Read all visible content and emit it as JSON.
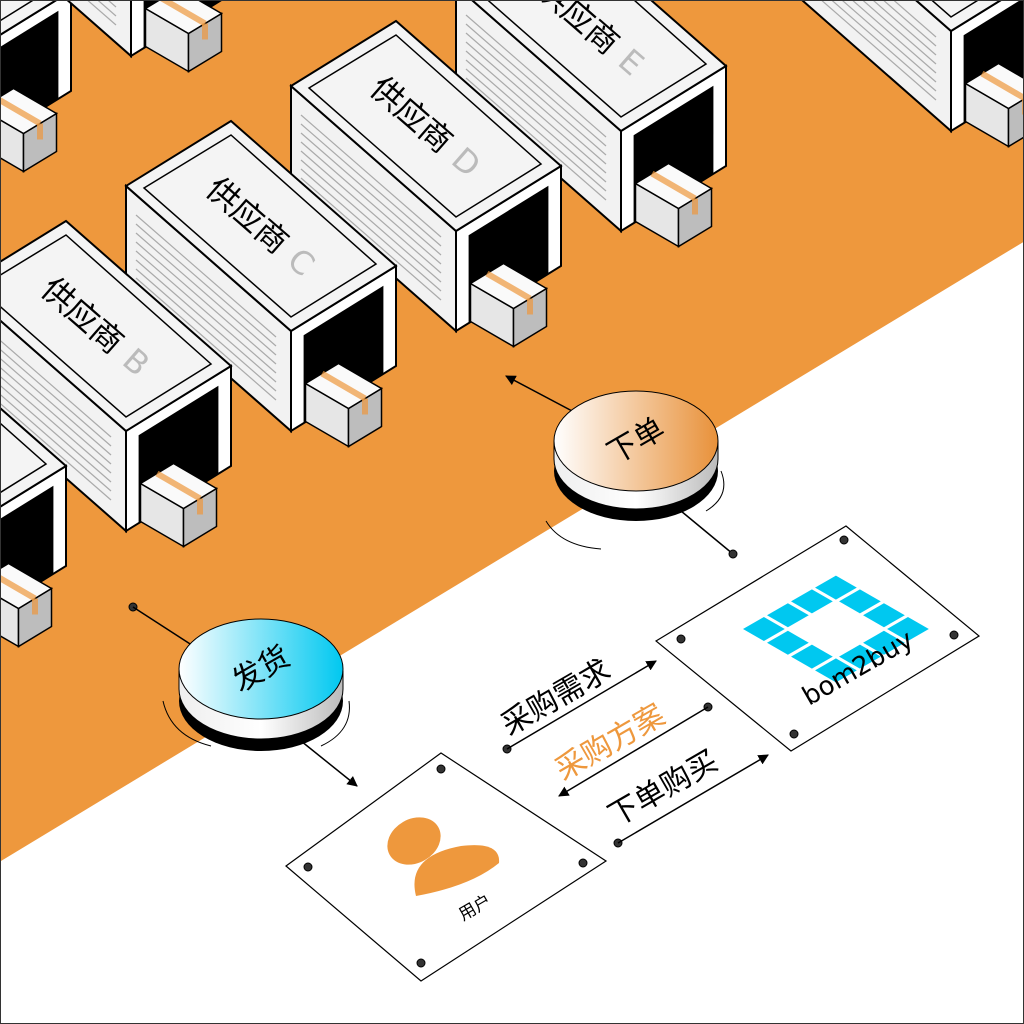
{
  "colors": {
    "orange": "#EE983D",
    "cyan": "#00C8F0",
    "black": "#000000",
    "gray": "#BDBDBD"
  },
  "suppliers": [
    {
      "name": "供应商",
      "letter": "B"
    },
    {
      "name": "供应商",
      "letter": "C"
    },
    {
      "name": "供应商",
      "letter": "D"
    },
    {
      "name": "供应商",
      "letter": "E"
    }
  ],
  "discs": {
    "order": "下单",
    "ship": "发货"
  },
  "flows": {
    "requirement": "采购需求",
    "plan": "采购方案",
    "purchase": "下单购买"
  },
  "platform": {
    "logo_text": "bom2buy",
    "logo_icon": "bom2buy-square-ring-logo"
  },
  "user": {
    "label": "用户",
    "icon": "user-icon"
  }
}
